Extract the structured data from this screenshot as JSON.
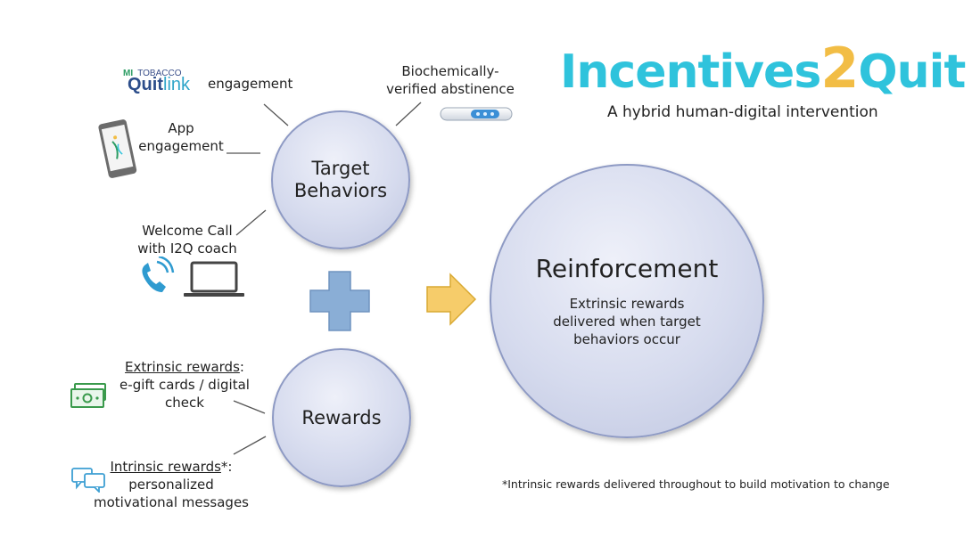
{
  "logo": {
    "part1": "Incentives",
    "part2": "2",
    "part3": "Quit"
  },
  "subtitle": "A hybrid human-digital intervention",
  "quitlink": {
    "mi": "MI",
    "tobacco": "TOBACCO",
    "quit": "Quit",
    "link": "link",
    "engagement": "engagement"
  },
  "app": {
    "line1": "App",
    "line2": "engagement"
  },
  "biochem": {
    "line1": "Biochemically-",
    "line2": "verified abstinence"
  },
  "welcome": {
    "line1": "Welcome Call",
    "line2": "with I2Q coach"
  },
  "target": {
    "line1": "Target",
    "line2": "Behaviors"
  },
  "rewards_circle": "Rewards",
  "reinforcement": {
    "title": "Reinforcement",
    "line1": "Extrinsic rewards",
    "line2": "delivered when target",
    "line3": "behaviors occur"
  },
  "extrinsic": {
    "label": "Extrinsic rewards",
    "colon": ":",
    "line2": "e-gift cards / digital",
    "line3": "check"
  },
  "intrinsic": {
    "label": "Intrinsic rewards",
    "suffix": "*:",
    "line2": "personalized",
    "line3": "motivational messages"
  },
  "footnote": "*Intrinsic rewards delivered throughout to build motivation to change",
  "colors": {
    "circle_border": "#8e9ac4",
    "plus": "#8aaed6",
    "arrow": "#f6cc6a",
    "logo_cyan": "#2fc3dc",
    "logo_gold": "#f2bd45"
  },
  "icons": [
    "phone-icon",
    "laptop-icon",
    "money-icon",
    "chat-bubbles-icon",
    "cotinine-test-strip-icon",
    "smartphone-app-icon",
    "plus-icon",
    "arrow-right-icon"
  ]
}
